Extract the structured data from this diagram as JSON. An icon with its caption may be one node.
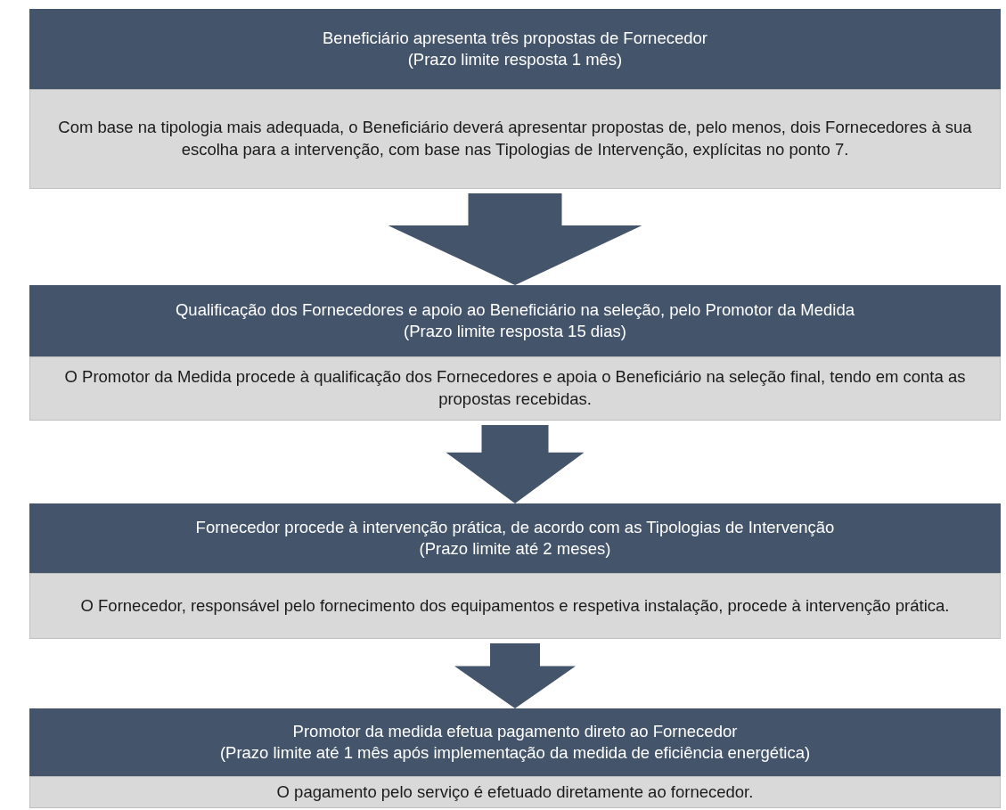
{
  "diagram": {
    "nodes": [
      {
        "text": [
          "Beneficiário apresenta três propostas de Fornecedor",
          "(Prazo limite resposta 1 mês)",
          "Com base na tipologia mais adequada, o Beneficiário deverá apresentar propostas de, pelo menos, dois Fornecedores à sua escolha para a intervenção, com base nas Tipologias de Intervenção, explícitas no ponto 7."
        ]
      },
      {
        "text": [
          "Qualificação dos Fornecedores e apoio ao Beneficiário na seleção, pelo Promotor da Medida",
          "(Prazo limite resposta 15 dias)",
          "O Promotor da Medida procede à qualificação dos Fornecedores e apoia o Beneficiário na seleção final, tendo em conta as propostas recebidas."
        ]
      },
      {
        "text": [
          "Fornecedor procede à intervenção prática, de acordo com as Tipologias de Intervenção",
          "(Prazo limite até 2 meses)",
          "O Fornecedor, responsável pelo fornecimento dos equipamentos e respetiva instalação, procede à intervenção prática."
        ]
      },
      {
        "text": [
          "Promotor da medida efetua pagamento direto ao Fornecedor",
          "(Prazo limite até 1 mês após implementação da medida de eficiência energética)",
          "O pagamento pelo serviço é efetuado diretamente ao fornecedor."
        ]
      }
    ],
    "edges": [
      {
        "from": 0,
        "to": 1,
        "arrow": "to"
      },
      {
        "from": 1,
        "to": 2,
        "arrow": "to"
      },
      {
        "from": 2,
        "to": 3,
        "arrow": "to"
      }
    ]
  }
}
